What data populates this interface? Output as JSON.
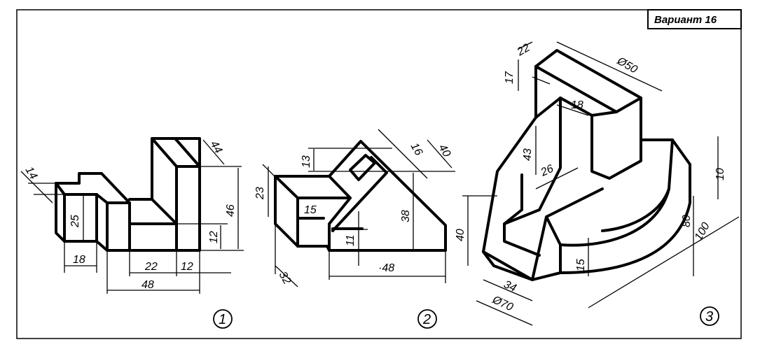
{
  "title": "Вариант 16",
  "figures": [
    {
      "number": "1",
      "dims": {
        "d14": "14",
        "d25": "25",
        "d18": "18",
        "d22": "22",
        "d12a": "12",
        "d48": "48",
        "d12b": "12",
        "d46": "46",
        "d44": "44"
      }
    },
    {
      "number": "2",
      "dims": {
        "d23": "23",
        "d13": "13",
        "d15": "15",
        "d32": "32",
        "d11": "11",
        "d38": "38",
        "d48": "·48",
        "d16": "16",
        "d40": "40"
      }
    },
    {
      "number": "3",
      "dims": {
        "d22": "22",
        "d50": "Ø50",
        "d17": "17",
        "d18": "18",
        "d43": "43",
        "d26": "26",
        "d40": "40",
        "d34": "34",
        "d70": "Ø70",
        "d15": "15",
        "d80": "80",
        "d100": "100",
        "d10": "10"
      }
    }
  ]
}
